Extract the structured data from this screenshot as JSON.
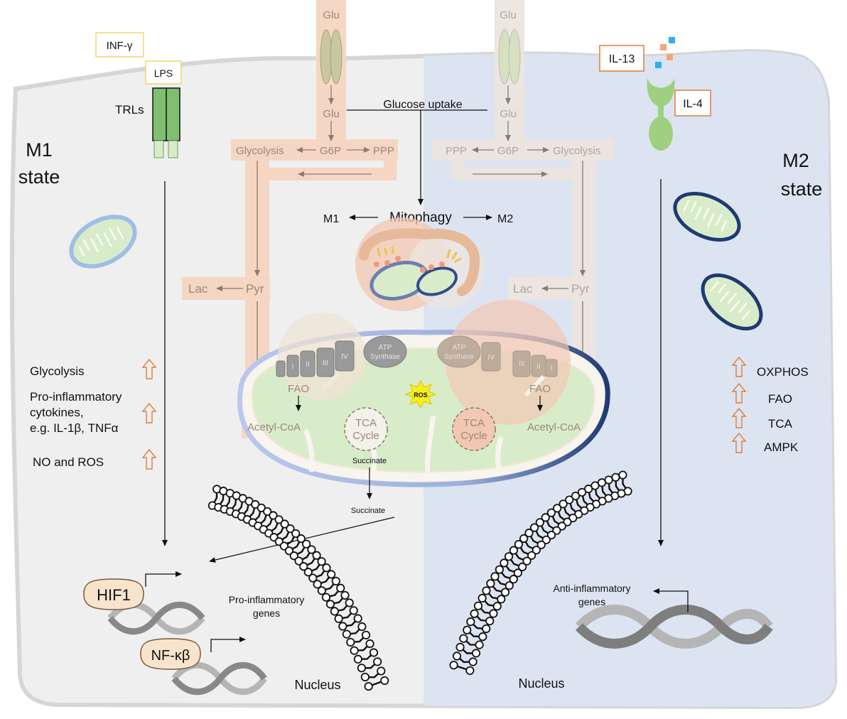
{
  "left": {
    "state": [
      "M1",
      "state"
    ],
    "inf_gamma": "INF-γ",
    "lps": "LPS",
    "trls": "TRLs",
    "effects": {
      "glycolysis": "Glycolysis",
      "cytokines": [
        "Pro-inflammatory",
        "cytokines,",
        "e.g. IL-1β, TNFα"
      ],
      "no_ros": "NO and ROS"
    },
    "hif1": "HIF1",
    "nfkb": "NF-κβ",
    "genes": [
      "Pro-inflammatory",
      "genes"
    ],
    "nucleus": "Nucleus"
  },
  "right": {
    "state": [
      "M2",
      "state"
    ],
    "il13": "IL-13",
    "il4": "IL-4",
    "effects": [
      "OXPHOS",
      "FAO",
      "TCA",
      "AMPK"
    ],
    "genes": [
      "Anti-inflammatory",
      "genes"
    ],
    "nucleus": "Nucleus"
  },
  "center": {
    "glu": "Glu",
    "glucose_uptake": "Glucose uptake",
    "glycolysis": "Glycolysis",
    "g6p": "G6P",
    "ppp": "PPP",
    "mitophagy": "Mitophagy",
    "m1": "M1",
    "m2": "M2",
    "lac": "Lac",
    "pyr": "Pyr",
    "complexes": [
      "I",
      "II",
      "III",
      "IV"
    ],
    "atp_synthase": [
      "ATP",
      "Synthase"
    ],
    "fao": "FAO",
    "ros": "ROS",
    "acetyl_coa": "Acetyl-CoA",
    "tca": [
      "TCA",
      "Cycle"
    ],
    "succinate": "Succinate"
  },
  "colors": {
    "m1_background": "#efefef",
    "m2_background": "#dce4f2",
    "m1_pathway": "#f6d5c1",
    "m2_pathway": "#ece5df",
    "mito_matrix": "#d9ecc9",
    "arrow_up": "#e07b39",
    "box_yellow": "#f1cf55",
    "box_orange": "#e07b39",
    "mito_outline_blue": "#1f3a73"
  }
}
